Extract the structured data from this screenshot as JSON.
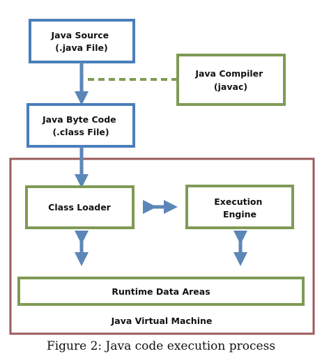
{
  "nodes": {
    "java_source": [
      "Java Source",
      "(.java File)"
    ],
    "java_compiler": [
      "Java Compiler",
      "(javac)"
    ],
    "byte_code": [
      "Java Byte Code",
      "(.class File)"
    ],
    "class_loader": [
      "Class Loader"
    ],
    "execution_engine": [
      "Execution",
      "Engine"
    ],
    "runtime_data": [
      "Runtime Data Areas"
    ],
    "jvm": [
      "Java Virtual Machine"
    ]
  },
  "caption": "Figure 2: Java code execution process",
  "colors": {
    "blue_box": "#4a7ebb",
    "green_box": "#7f9a55",
    "jvm_border": "#9b5a5c",
    "arrow": "#5b86b8",
    "text": "#111111"
  }
}
